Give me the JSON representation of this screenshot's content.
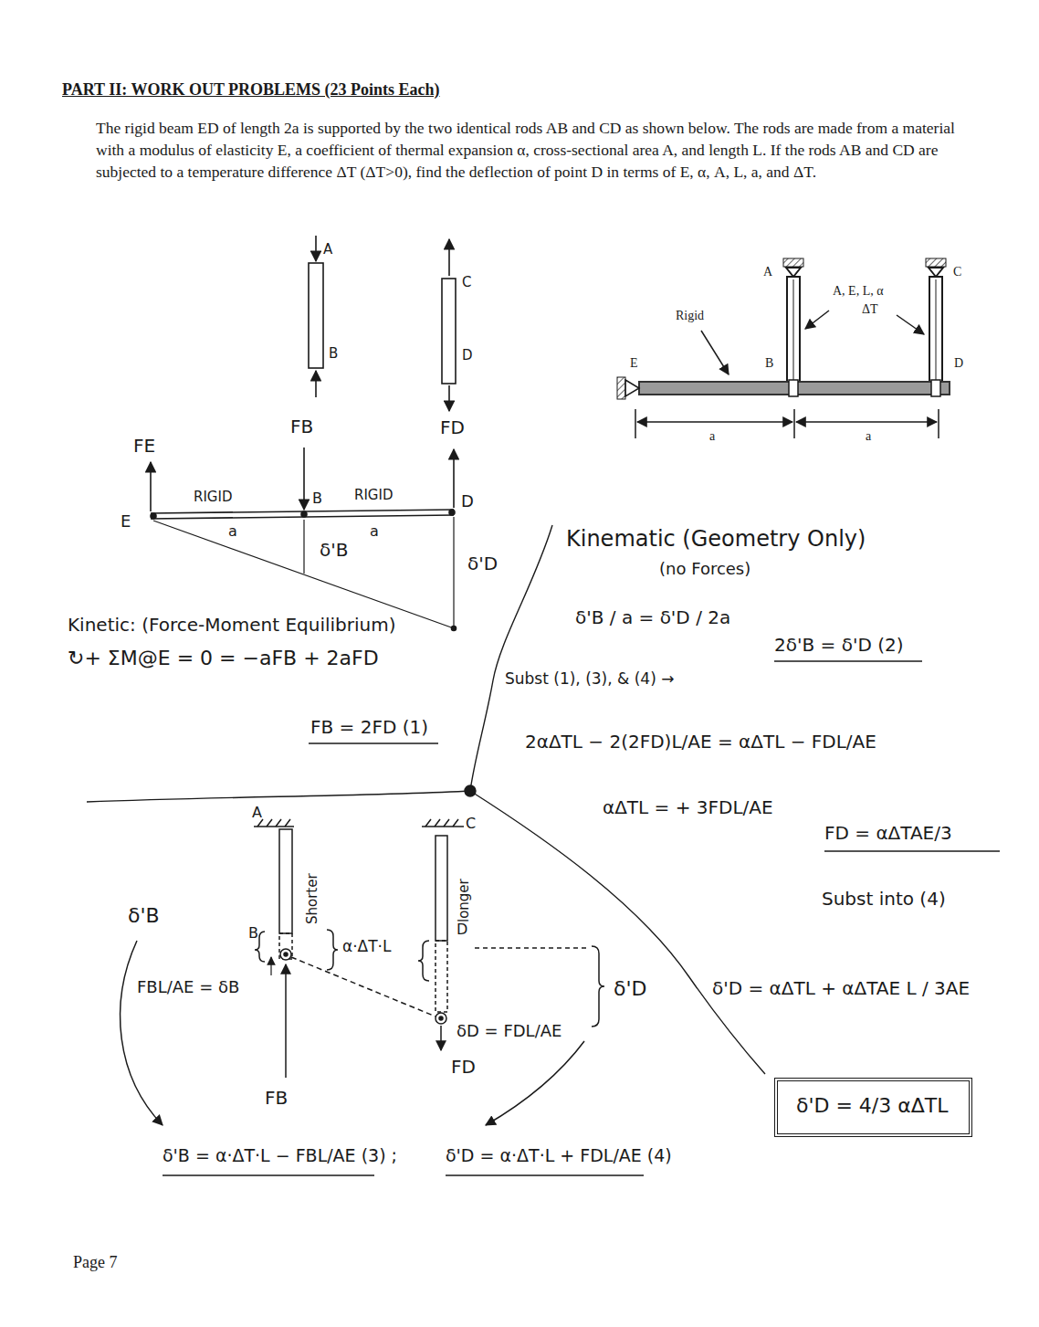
{
  "diagram": {
    "title": "PART II: WORK OUT PROBLEMS (23 Points Each)",
    "nodes": [
      {
        "text": [
          "δ'D = 4/3 αΔTL"
        ]
      }
    ],
    "labels": [
      "The rigid beam ED of length 2a is supported by the two identical rods AB and CD as shown below. The rods are made from a material with a modulus of elasticity E, a coefficient of thermal expansion α, cross-sectional area A, and length L. If the rods AB and CD are subjected to a temperature difference ΔT (ΔT>0), find the deflection of point D in terms of E, α, A, L, a, and ΔT.",
      "A",
      "C",
      "A, E, L, α",
      "ΔT",
      "Rigid",
      "E",
      "B",
      "D",
      "a",
      "a",
      "A",
      "C",
      "B",
      "D",
      "FB",
      "FD",
      "FE",
      "RIGID",
      "RIGID",
      "E",
      "B",
      "D",
      "a",
      "a",
      "δ'B",
      "δ'D",
      "Kinetic: (Force-Moment Equilibrium)",
      "↻+ ΣM@E = 0 = −aFB + 2aFD",
      "FB = 2FD (1)",
      "Kinematic (Geometry Only)",
      "(no Forces)",
      "δ'B / a = δ'D / 2a",
      "2δ'B = δ'D (2)",
      "Subst (1), (3), & (4) →",
      "2αΔTL − 2(2FD)L/AE = αΔTL − FDL/AE",
      "αΔTL = + 3FDL/AE",
      "FD = αΔTAE/3",
      "Subst into (4)",
      "δ'D = αΔTL + αΔTAE L / 3AE",
      "A",
      "C",
      "Shorter",
      "longer",
      "B",
      "D",
      "δ'B",
      "FBL/AE = δB",
      "α·ΔT·L",
      "δD = FDL/AE",
      "δ'D",
      "FB",
      "FD",
      "δ'B = α·ΔT·L − FBL/AE (3) ;",
      "δ'D = α·ΔT·L + FDL/AE (4)",
      "Page 7"
    ]
  }
}
